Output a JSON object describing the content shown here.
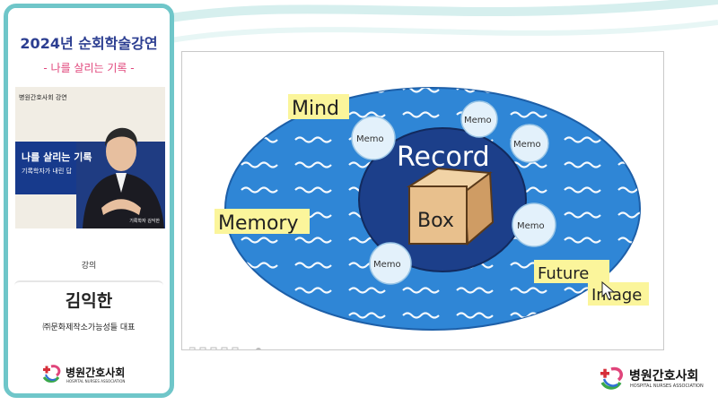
{
  "sidebar": {
    "title": "2024년 순회학술강연",
    "subtitle": "- 나를 살리는 기록 -",
    "thumbnail": {
      "top_label": "병원간호사회 강연",
      "title": "나를 살리는 기록",
      "subtitle": "기록학자가 내린 답",
      "caption": "기록학자 김익한"
    },
    "section_label": "강의",
    "speaker_name": "김익한",
    "speaker_org": "㈜문화제작소가능성들 대표",
    "logo": {
      "name": "병원간호사회",
      "sub": "HOSPITAL NURSES ASSOCIATION"
    }
  },
  "slide": {
    "labels": {
      "mind": "Mind",
      "memory": "Memory",
      "future": "Future",
      "image": "Image",
      "record": "Record",
      "box": "Box",
      "memo": "Memo"
    }
  },
  "corner_logo": {
    "name": "병원간호사회",
    "sub": "HOSPITAL NURSES ASSOCIATION"
  },
  "colors": {
    "accent": "#6fc6c9",
    "title": "#2c3e91",
    "pink": "#e0457b",
    "outer_ring": "#2f86d6",
    "inner_core": "#1c3f8a",
    "box": "#e8c08d",
    "highlight": "#fbf59b"
  }
}
